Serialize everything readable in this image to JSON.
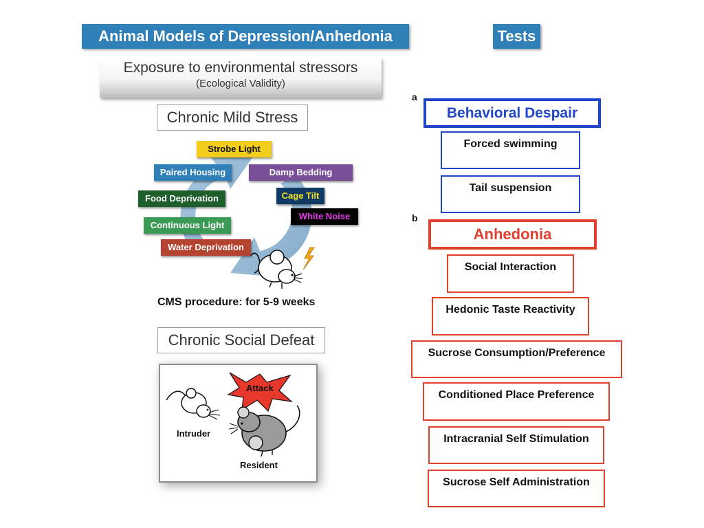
{
  "left_header": "Animal Models of Depression/Anhedonia",
  "right_header": "Tests",
  "exposure": {
    "title": "Exposure to environmental stressors",
    "subtitle": "(Ecological Validity)"
  },
  "cms": {
    "title": "Chronic Mild Stress",
    "stressors": [
      {
        "label": "Strobe Light",
        "color": "#f3cd1c",
        "text_color": "#111111"
      },
      {
        "label": "Paired Housing",
        "color": "#2f7fb8",
        "text_color": "#ffffff"
      },
      {
        "label": "Damp Bedding",
        "color": "#7a4f99",
        "text_color": "#ffffff"
      },
      {
        "label": "Food Deprivation",
        "color": "#1d5e2a",
        "text_color": "#ffffff"
      },
      {
        "label": "Cage Tilt",
        "color": "#103a63",
        "text_color": "#f3e21c"
      },
      {
        "label": "White Noise",
        "color": "#000000",
        "text_color": "#e83bea"
      },
      {
        "label": "Continuous Light",
        "color": "#3a9a54",
        "text_color": "#ffffff"
      },
      {
        "label": "Water Deprivation",
        "color": "#b4432f",
        "text_color": "#ffffff"
      }
    ],
    "procedure": "CMS procedure: for 5-9 weeks"
  },
  "csd": {
    "title": "Chronic Social Defeat",
    "attack": "Attack",
    "intruder": "Intruder",
    "resident": "Resident"
  },
  "tests": {
    "a_letter": "a",
    "b_letter": "b",
    "behavioral_despair": {
      "title": "Behavioral Despair",
      "items": [
        "Forced swimming",
        "Tail suspension"
      ]
    },
    "anhedonia": {
      "title": "Anhedonia",
      "items": [
        "Social Interaction",
        "Hedonic Taste Reactivity",
        "Sucrose Consumption/Preference",
        "Conditioned Place Preference",
        "Intracranial Self Stimulation",
        "Sucrose Self Administration"
      ]
    }
  },
  "colors": {
    "header_blue": "#2f7fb8",
    "despair_blue": "#1f45c8",
    "anhedonia_red": "#e2402c"
  }
}
